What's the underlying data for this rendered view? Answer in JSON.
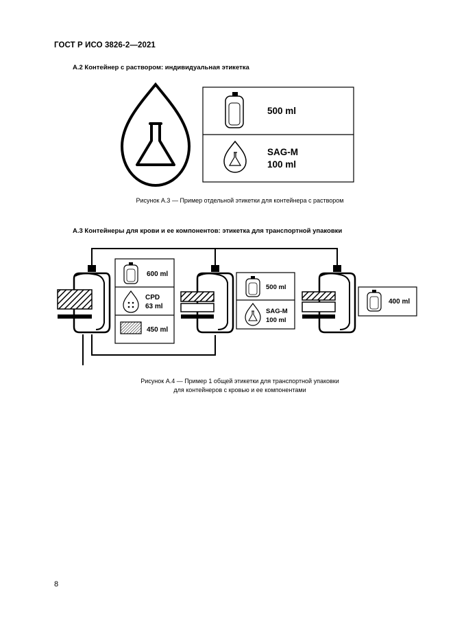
{
  "header": {
    "doc_id": "ГОСТ Р ИСО 3826-2—2021"
  },
  "section_a2": {
    "title": "А.2 Контейнер с раствором: индивидуальная этикетка",
    "label": {
      "row1_volume": "500 ml",
      "row2_name": "SAG-M",
      "row2_volume": "100 ml"
    },
    "caption": "Рисунок А.3 — Пример отдельной этикетки для контейнера с раствором"
  },
  "section_a3": {
    "title": "А.3 Контейнеры для крови и ее компонентов: этикетка для транспортной упаковки",
    "label_primary": {
      "row1_volume": "600 ml",
      "row2_name": "CPD",
      "row2_volume": "63 ml",
      "row3_volume": "450 ml"
    },
    "label_secondary": {
      "row1_volume": "500 ml",
      "row2_name": "SAG-M",
      "row2_volume": "100 ml"
    },
    "label_tertiary": {
      "row1_volume": "400 ml"
    },
    "caption_line1": "Рисунок А.4 — Пример 1 общей этикетки для транспортной упаковки",
    "caption_line2": "для контейнеров с кровью и ее компонентами"
  },
  "footer": {
    "page_number": "8"
  },
  "icons": [
    "solution-drop-icon",
    "flask-icon",
    "blood-bag-icon",
    "anticoagulant-drop-icon",
    "blood-sample-hatch-icon"
  ]
}
